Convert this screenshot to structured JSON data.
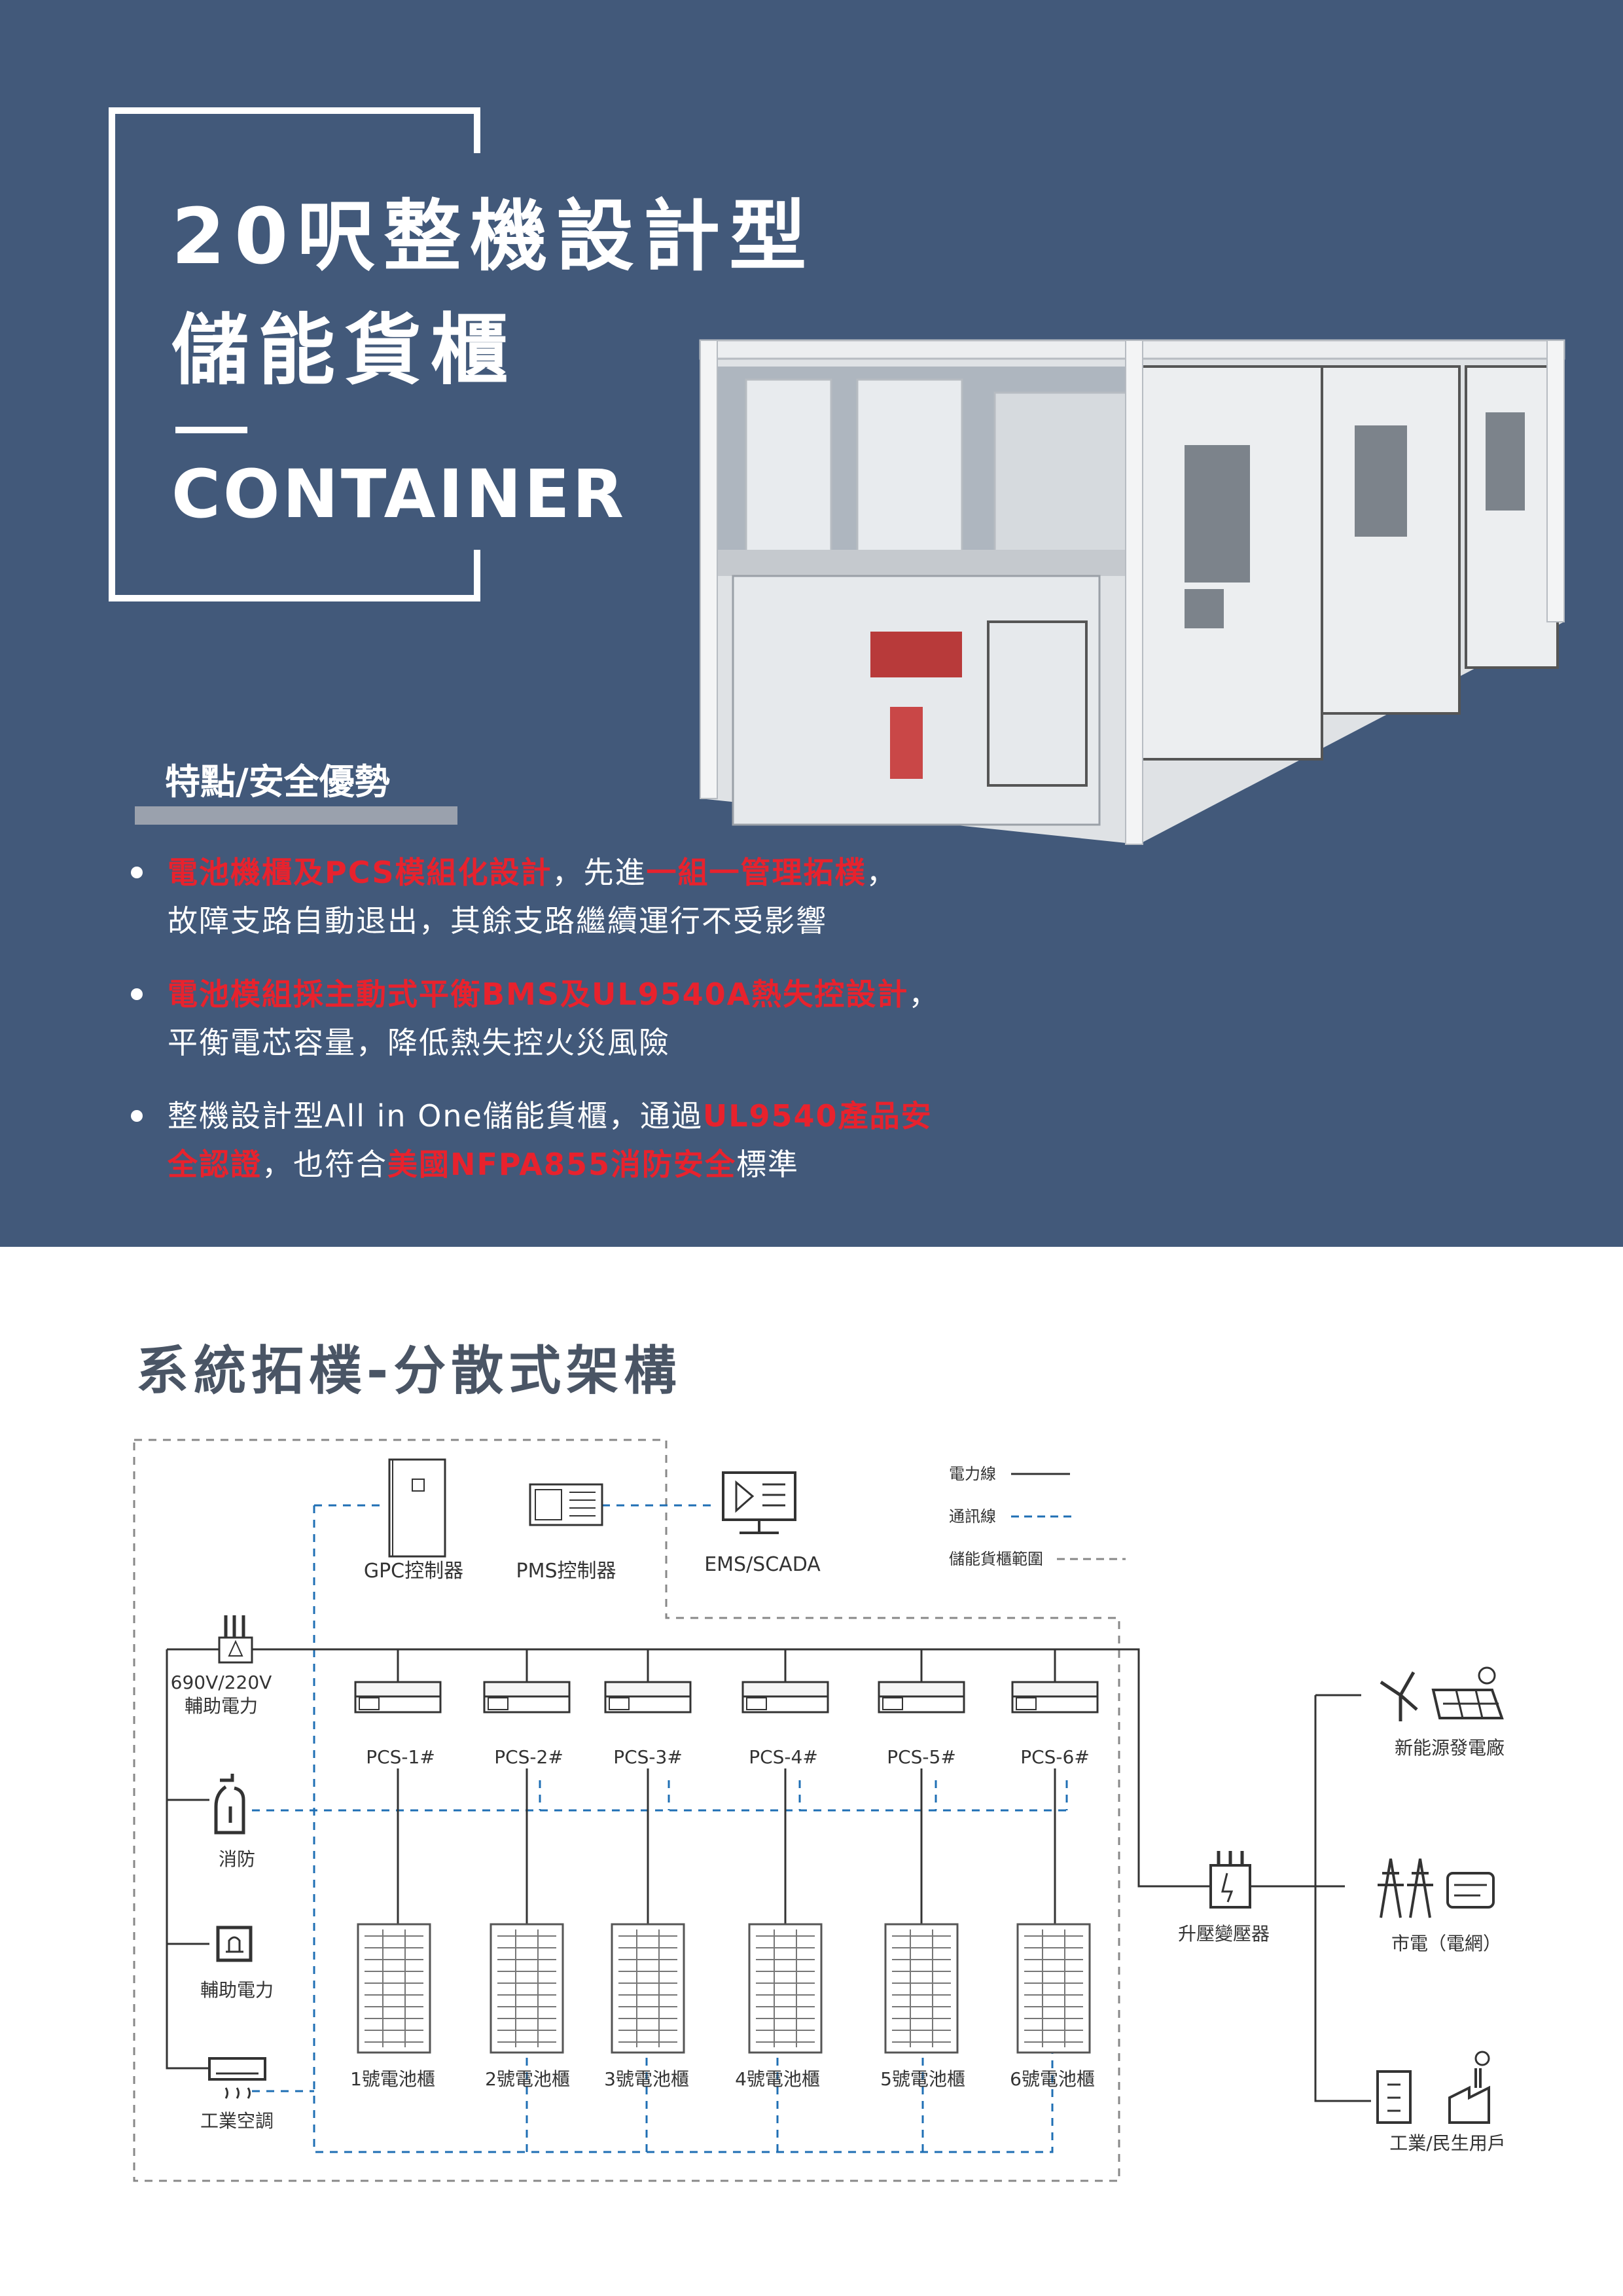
{
  "header": {
    "title_line1": "20呎整機設計型",
    "title_line2": "儲能貨櫃",
    "title_en": "CONTAINER"
  },
  "features": {
    "heading": "特點/安全優勢",
    "items": [
      {
        "segments": [
          {
            "text": "電池機櫃及PCS模組化設計",
            "highlight": true
          },
          {
            "text": "，先進",
            "highlight": false
          },
          {
            "text": "一組一管理拓樸",
            "highlight": true
          },
          {
            "text": "，",
            "highlight": false
          }
        ],
        "line2": [
          {
            "text": "故障支路自動退出，其餘支路繼續運行不受影響",
            "highlight": false
          }
        ]
      },
      {
        "segments": [
          {
            "text": "電池模組採主動式平衡BMS及UL9540A熱失控設計",
            "highlight": true
          },
          {
            "text": "，",
            "highlight": false
          }
        ],
        "line2": [
          {
            "text": "平衡電芯容量，降低熱失控火災風險",
            "highlight": false
          }
        ]
      },
      {
        "segments": [
          {
            "text": "整機設計型All in One儲能貨櫃，通過",
            "highlight": false
          },
          {
            "text": "UL9540產品安",
            "highlight": true
          }
        ],
        "line2": [
          {
            "text": "全認證",
            "highlight": true
          },
          {
            "text": "，也符合",
            "highlight": false
          },
          {
            "text": "美國NFPA855消防安全",
            "highlight": true
          },
          {
            "text": "標準",
            "highlight": false
          }
        ]
      }
    ]
  },
  "topology": {
    "title": "系統拓樸-分散式架構",
    "legend": {
      "power_line": "電力線",
      "comm_line": "通訊線",
      "scope": "儲能貨櫃範圍"
    },
    "controllers": {
      "gpc": "GPC控制器",
      "pms": "PMS控制器",
      "ems": "EMS/SCADA"
    },
    "aux_left": {
      "aux_power_voltage": "690V/220V",
      "aux_power": "輔助電力",
      "fire": "消防",
      "aux_power2": "輔助電力",
      "aircon": "工業空調"
    },
    "pcs": [
      "PCS-1#",
      "PCS-2#",
      "PCS-3#",
      "PCS-4#",
      "PCS-5#",
      "PCS-6#"
    ],
    "batteries": [
      "1號電池櫃",
      "2號電池櫃",
      "3號電池櫃",
      "4號電池櫃",
      "5號電池櫃",
      "6號電池櫃"
    ],
    "transformer": "升壓變壓器",
    "right": {
      "renewable": "新能源發電廠",
      "grid": "市電（電網）",
      "consumer": "工業/民生用戶"
    }
  },
  "colors": {
    "hero_bg": "#42597a",
    "highlight_red": "#e8222d",
    "comm_blue": "#1f6fb4",
    "line_dark": "#333333"
  }
}
